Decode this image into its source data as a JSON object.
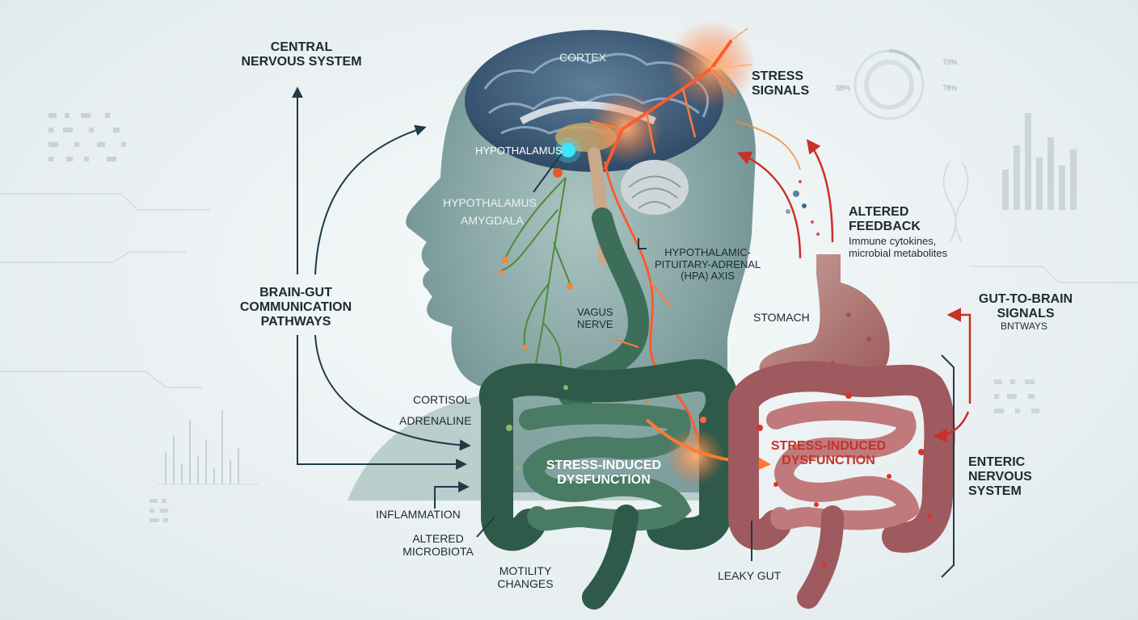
{
  "labels": {
    "central_ns": "CENTRAL\nNERVOUS SYSTEM",
    "cortex": "CORTEX",
    "stress_signals": "STRESS\nSIGNALS",
    "hypothalamus_1": "HYPOTHALAMUS",
    "hypothalamus_2": "HYPOTHALAMUS",
    "amygdala": "AMYGDALA",
    "altered_feedback": "ALTERED\nFEEDBACK",
    "feedback_detail": "Immune cytokines,\nmicrobial metabolites",
    "hpa_axis": "HYPOTHALAMIC-\nPITUITARY-ADRENAL\n(HPA) AXIS",
    "brain_gut": "BRAIN-GUT\nCOMMUNICATION\nPATHWAYS",
    "vagus": "VAGUS\nNERVE",
    "stomach": "STOMACH",
    "gut_to_brain": "GUT-TO-BRAIN\nSIGNALS",
    "bntways": "BNTWAYS",
    "cortisol": "CORTISOL",
    "adrenaline": "ADRENALINE",
    "sid_left": "STRESS-INDUCED\nDYSFUNCTION",
    "sid_right": "STRESS-INDUCED\nDYSFUNCTION",
    "enteric": "ENTERIC\nNERVOUS\nSYSTEM",
    "inflammation": "INFLAMMATION",
    "altered_microbiota": "ALTERED\nMICROBIOTA",
    "motility": "MOTILITY\nCHANGES",
    "leaky_gut": "LEAKY GUT"
  },
  "decor": {
    "gauge_70": "70%",
    "gauge_38": "38%",
    "gauge_78": "78%"
  },
  "colors": {
    "stress_red": "#e8452c",
    "feedback_red": "#c8302a",
    "healthy_gut": "#3d6e5a",
    "inflamed_gut": "#b86a6a",
    "nerve_green": "#4e8a3a",
    "arrow_dark": "#1f3b47"
  }
}
